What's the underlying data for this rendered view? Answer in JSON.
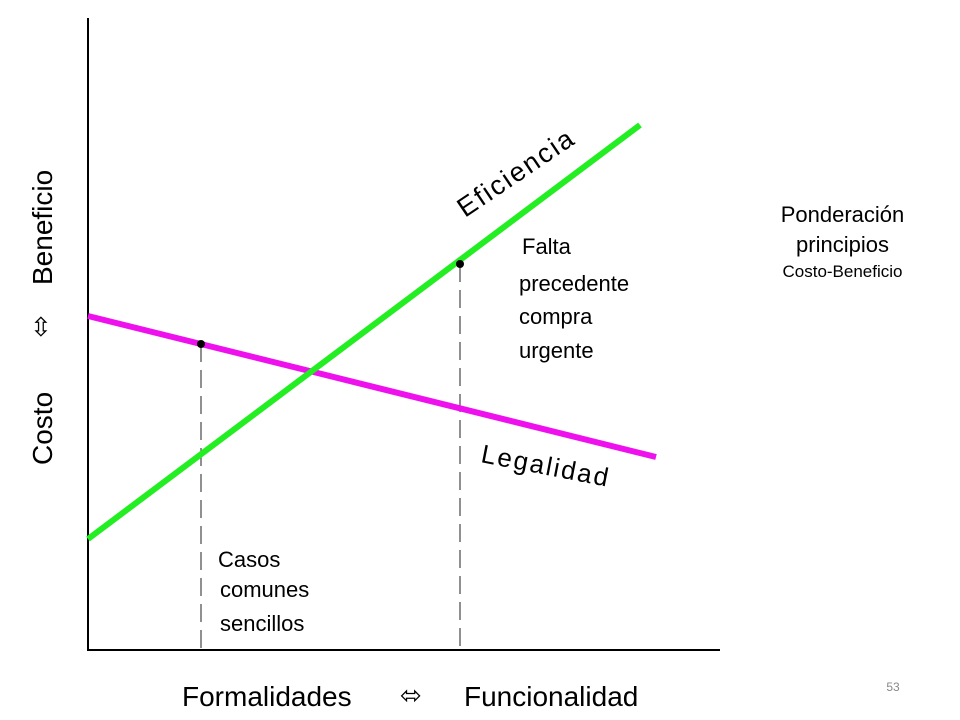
{
  "diagram": {
    "curves": {
      "eficiencia": {
        "label": "Eficiencia",
        "color": "#22ee22"
      },
      "legalidad": {
        "label": "Legalidad",
        "color": "#ee11ee"
      }
    },
    "annotations": {
      "casos": [
        "Casos",
        "comunes",
        "sencillos"
      ],
      "falta": [
        "Falta",
        "precedente",
        "compra",
        "urgente"
      ]
    },
    "y_axis": {
      "left_word": "Costo",
      "arrow": "⇳",
      "right_word": "Beneficio"
    },
    "x_axis": {
      "left_word": "Formalidades",
      "arrow": "⬄",
      "right_word": "Funcionalidad"
    }
  },
  "side_text": {
    "line1": "Ponderación",
    "line2": "principios",
    "line3": "Costo-Beneficio"
  },
  "page_number": "53"
}
